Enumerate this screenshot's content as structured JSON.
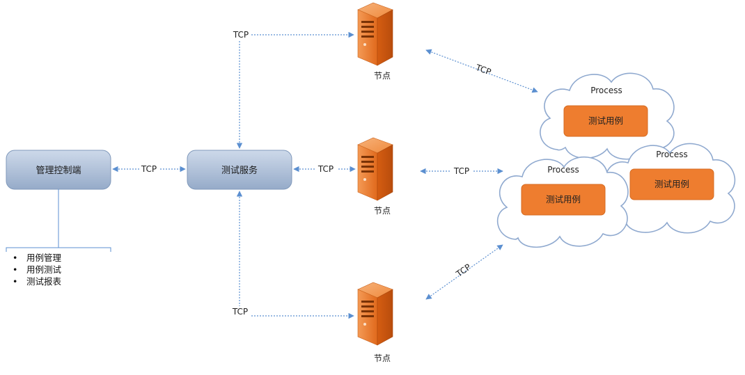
{
  "nodes": {
    "console": "管理控制端",
    "test_service": "测试服务",
    "node_label": "节点"
  },
  "links": {
    "tcp": "TCP"
  },
  "clouds": {
    "process_label": "Process",
    "testcase_label": "测试用例"
  },
  "console_features": [
    "用例管理",
    "用例测试",
    "测试报表"
  ],
  "colors": {
    "box_fill_top": "#c4d3e8",
    "box_fill_bottom": "#92a9c9",
    "box_stroke": "#7f97b8",
    "server_orange": "#ee7d2f",
    "line_blue": "#5b8fd0",
    "testcase_fill": "#ee7d2f"
  }
}
